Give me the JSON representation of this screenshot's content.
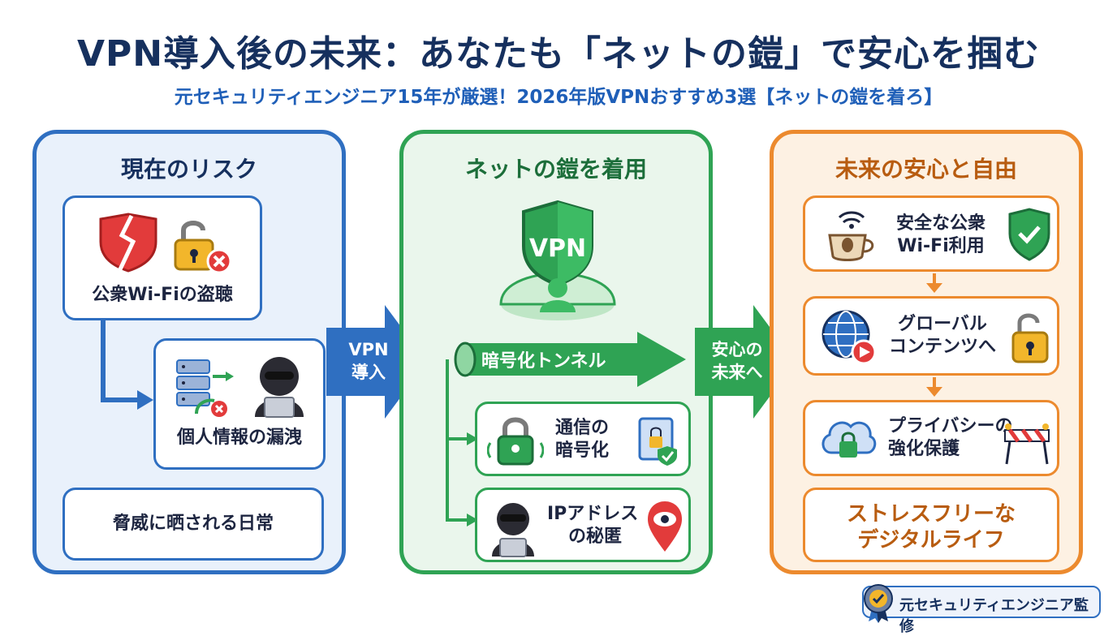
{
  "header": {
    "title": "VPN導入後の未来：あなたも「ネットの鎧」で安心を掴む",
    "subtitle": "元セキュリティエンジニア15年が厳選！2026年版VPNおすすめ3選【ネットの鎧を着ろ】"
  },
  "panel_risk": {
    "title": "現在のリスク",
    "card1": "公衆Wi-Fiの盗聴",
    "card2": "個人情報の漏洩",
    "card3": "脅威に晒される日常"
  },
  "arrow1": {
    "line1": "VPN",
    "line2": "導入"
  },
  "panel_armor": {
    "title": "ネットの鎧を着用",
    "shield_text": "VPN",
    "tunnel_label": "暗号化トンネル",
    "card1_l1": "通信の",
    "card1_l2": "暗号化",
    "card2_l1": "IPアドレス",
    "card2_l2": "の秘匿"
  },
  "arrow2": {
    "line1": "安心の",
    "line2": "未来へ"
  },
  "panel_future": {
    "title": "未来の安心と自由",
    "card1_l1": "安全な公衆",
    "card1_l2": "Wi-Fi利用",
    "card2_l1": "グローバル",
    "card2_l2": "コンテンツへ",
    "card3_l1": "プライバシーの",
    "card3_l2": "強化保護",
    "card4_l1": "ストレスフリーな",
    "card4_l2": "デジタルライフ"
  },
  "badge": {
    "text": "元セキュリティエンジニア監修"
  },
  "colors": {
    "blue": "#2f6fc1",
    "green": "#2fa354",
    "orange": "#ec8a2e",
    "navy": "#16305e"
  }
}
